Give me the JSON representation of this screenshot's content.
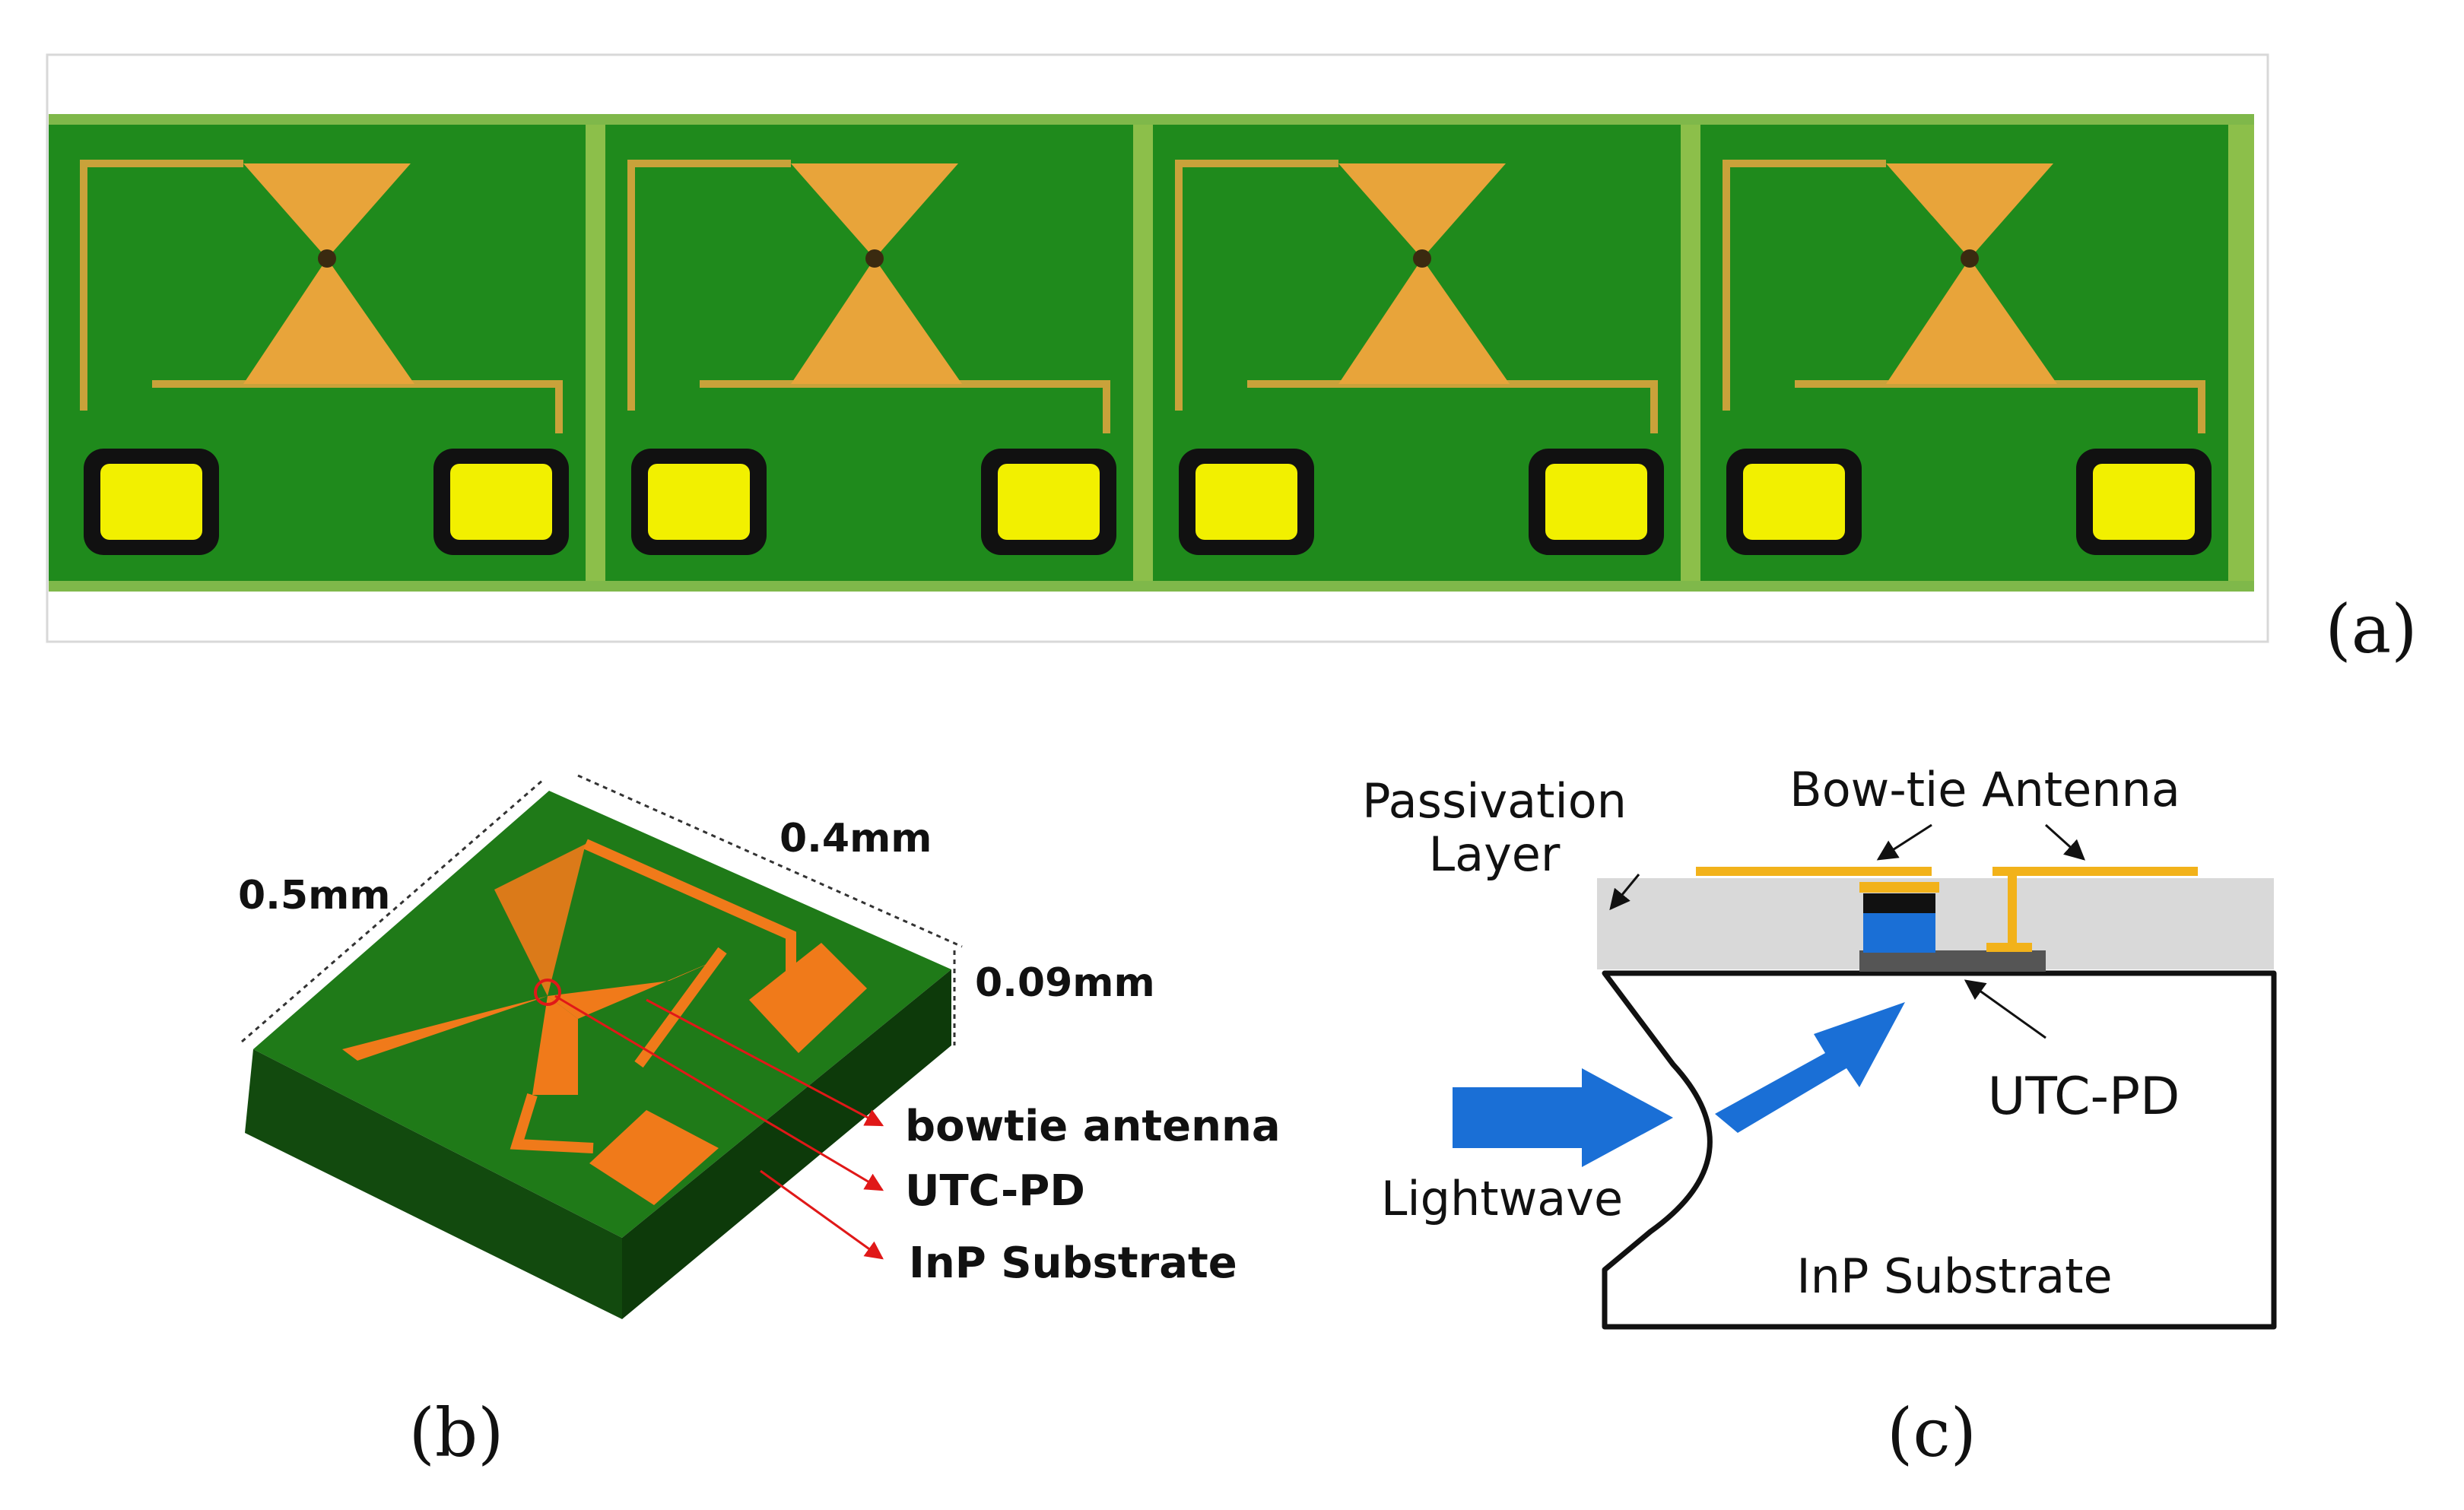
{
  "panel_a": {
    "caption": "(a)",
    "chip_count": 4
  },
  "panel_b": {
    "caption": "(b)",
    "dim_length": "0.5mm",
    "dim_width": "0.4mm",
    "dim_thickness": "0.09mm",
    "label_antenna": "bowtie antenna",
    "label_pd": "UTC-PD",
    "label_substrate": "InP Substrate"
  },
  "panel_c": {
    "caption": "(c)",
    "label_passivation_line1": "Passivation",
    "label_passivation_line2": "Layer",
    "label_antenna": "Bow-tie Antenna",
    "label_pd": "UTC-PD",
    "label_light": "Lightwave",
    "label_substrate": "InP Substrate"
  },
  "colors": {
    "chip_green": "#1f8a1c",
    "gold": "#e8a43a",
    "pad_yellow": "#f2f000",
    "block_green": "#1a6b14",
    "metal_orange": "#f07a1a",
    "arrow_red": "#e01818",
    "arrow_blue": "#1a6fd6",
    "passivation_gray": "#d9d9d9",
    "antenna_yellow": "#f2b21a"
  }
}
